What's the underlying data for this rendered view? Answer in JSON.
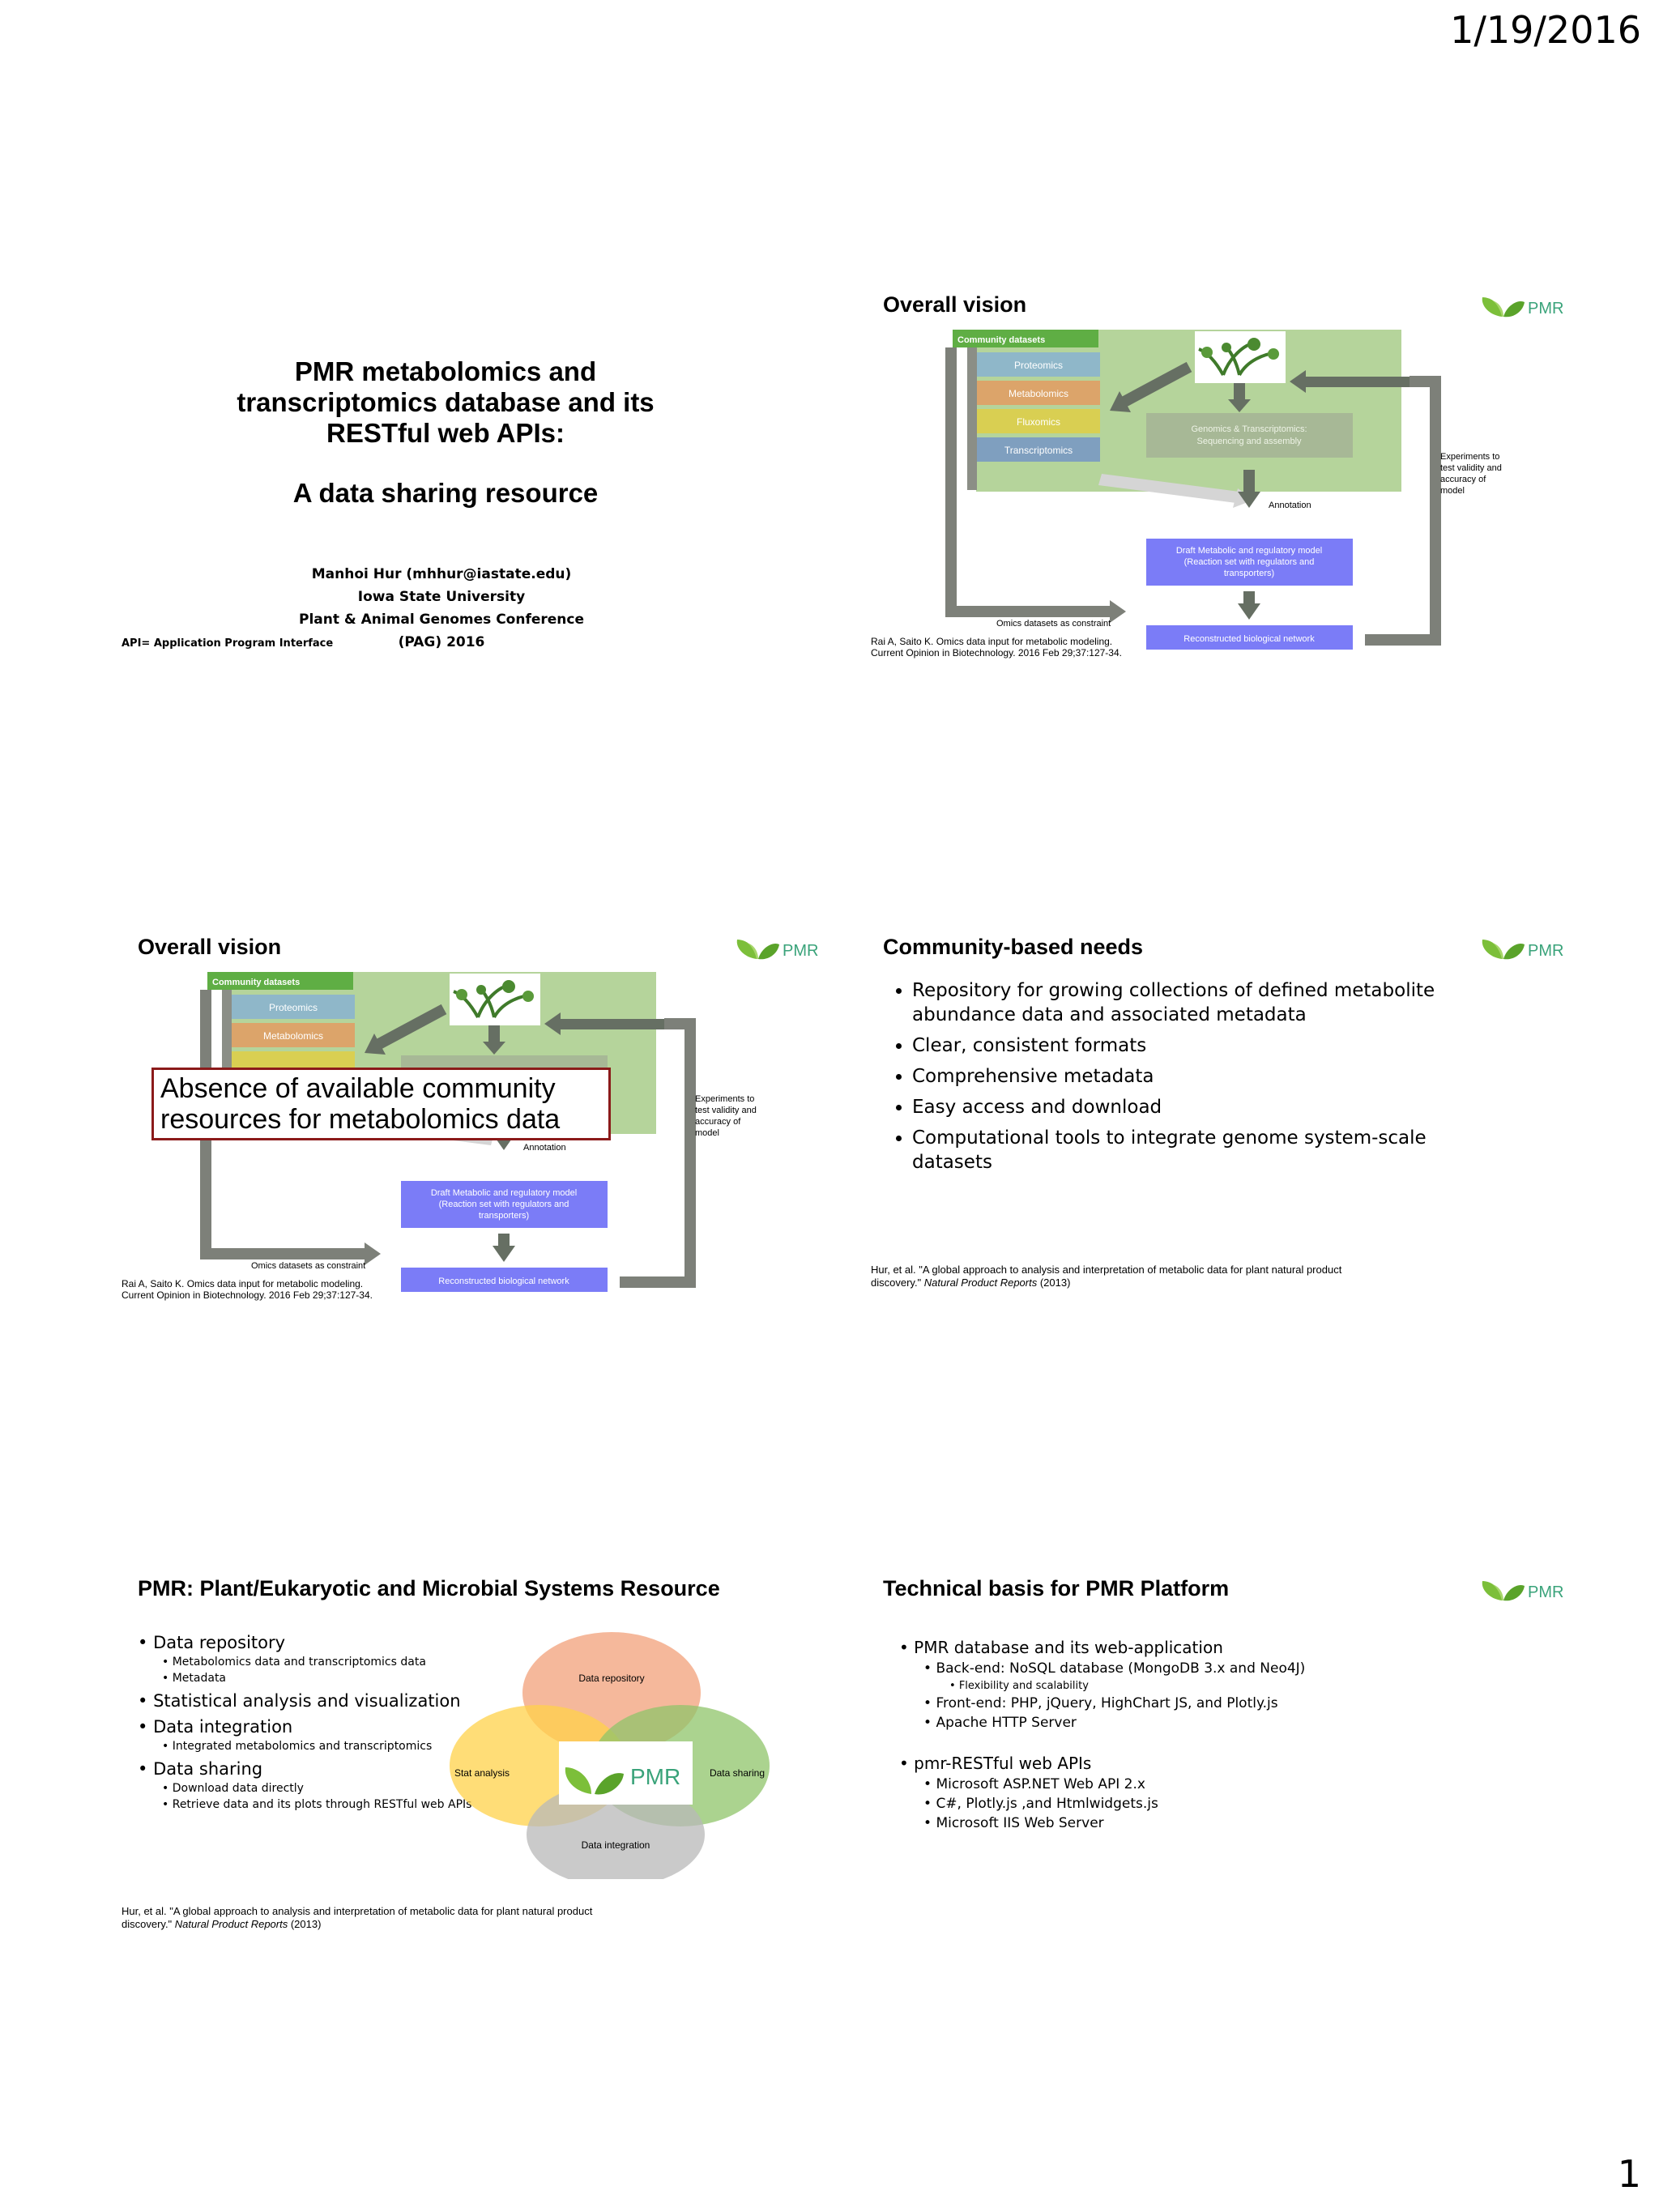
{
  "header": {
    "date": "1/19/2016"
  },
  "footer": {
    "page": "1"
  },
  "logo_text": "PMR",
  "slide1": {
    "title_lines": [
      "PMR metabolomics and",
      "transcriptomics database and its",
      "RESTful web APIs:"
    ],
    "subtitle": "A data sharing resource",
    "author": "Manhoi Hur (mhhur@iastate.edu)",
    "affiliation": "Iowa State University",
    "conference": "Plant & Animal Genomes Conference",
    "conference_year": "(PAG) 2016",
    "footnote": "API= Application Program Interface"
  },
  "diagram": {
    "title": "Overall vision",
    "community_header": "Community datasets",
    "omics": [
      "Proteomics",
      "Metabolomics",
      "Fluxomics",
      "Transcriptomics"
    ],
    "genomics": "Genomics & Transcriptomics: Sequencing and assembly",
    "annotation": "Annotation",
    "draft_model": "Draft Metabolic and regulatory model (Reaction set with regulators and transporters)",
    "omics_constraint": "Omics datasets as constraint",
    "reconstructed": "Reconstructed biological network",
    "experiments": "Experiments to test validity and accuracy of model",
    "cite_line1": "Rai A, Saito K. Omics data input for metabolic modeling.",
    "cite_line2": "Current Opinion in Biotechnology. 2016 Feb 29;37:127-34."
  },
  "slide3": {
    "callout": "Absence of available community resources for metabolomics data"
  },
  "slide4": {
    "title": "Community-based needs",
    "bullets": [
      "Repository for growing collections of defined metabolite abundance data and associated metadata",
      "Clear, consistent formats",
      "Comprehensive metadata",
      "Easy access and download",
      "Computational tools to integrate genome system-scale datasets"
    ],
    "cite_line1": "Hur, et al. \"A global approach to analysis and interpretation of metabolic data for plant natural product",
    "cite_line2a": "discovery.\" ",
    "cite_journal": "Natural Product Reports",
    "cite_year": " (2013)"
  },
  "slide5": {
    "title": "PMR: Plant/Eukaryotic and Microbial Systems Resource",
    "items": [
      {
        "text": "Data repository",
        "subs": [
          "Metabolomics data and transcriptomics data",
          "Metadata"
        ]
      },
      {
        "text": "Statistical analysis and visualization",
        "subs": []
      },
      {
        "text": "Data integration",
        "subs": [
          "Integrated metabolomics and transcriptomics"
        ]
      },
      {
        "text": "Data sharing",
        "subs": [
          "Download data directly",
          "Retrieve data and its plots through RESTful web APIs"
        ]
      }
    ],
    "venn": {
      "top": "Data repository",
      "left": "Stat analysis",
      "right": "Data sharing",
      "bottom": "Data integration",
      "center": "PMR"
    },
    "cite_line1": "Hur, et al. \"A global approach to analysis and interpretation of metabolic data for plant natural product",
    "cite_line2a": "discovery.\" ",
    "cite_journal": "Natural Product Reports",
    "cite_year": " (2013)"
  },
  "slide6": {
    "title": "Technical basis for PMR Platform",
    "b1": "PMR database and its web-application",
    "b1_backend": "Back-end: NoSQL database (MongoDB 3.x and Neo4J)",
    "b1_flex": "Flexibility and scalability",
    "b1_frontend": "Front-end: PHP, jQuery, HighChart JS, and Plotly.js",
    "b1_apache": "Apache HTTP Server",
    "b2": "pmr-RESTful web APIs",
    "b2_items": [
      "Microsoft ASP.NET Web API 2.x",
      "C#, Plotly.js ,and Htmlwidgets.js",
      "Microsoft IIS Web Server"
    ]
  },
  "colors": {
    "omics_blue": "#8fb7c9",
    "omics_orange": "#dca46a",
    "omics_yellow": "#d9cf52",
    "omics_steel": "#7f9fbf",
    "green_bg": "#b3d398",
    "model_blue": "#7b7cf7",
    "arrow_gray": "#6f7a6c",
    "callout_border": "#8b1a1a"
  }
}
